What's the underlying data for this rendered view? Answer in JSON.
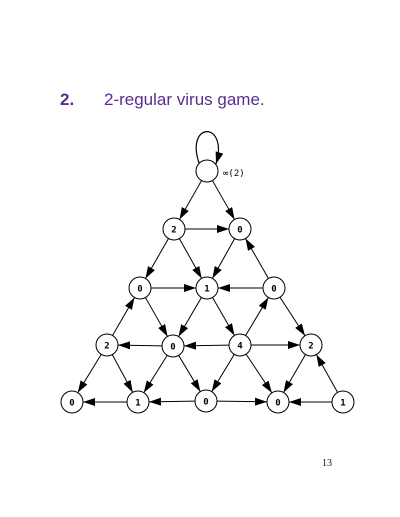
{
  "title": {
    "number": "2.",
    "text": "2-regular virus game."
  },
  "top_node": {
    "label": "",
    "annotation": "∞(2)"
  },
  "nodes": [
    {
      "id": "top",
      "label": ""
    },
    {
      "id": "r1a",
      "label": "2"
    },
    {
      "id": "r1b",
      "label": "0"
    },
    {
      "id": "r2a",
      "label": "0"
    },
    {
      "id": "r2b",
      "label": "1"
    },
    {
      "id": "r2c",
      "label": "0"
    },
    {
      "id": "r3a",
      "label": "2"
    },
    {
      "id": "r3b",
      "label": "0"
    },
    {
      "id": "r3c",
      "label": "4"
    },
    {
      "id": "r3d",
      "label": "2"
    },
    {
      "id": "r4a",
      "label": "0"
    },
    {
      "id": "r4b",
      "label": "1"
    },
    {
      "id": "r4c",
      "label": "0"
    },
    {
      "id": "r4d",
      "label": "0"
    },
    {
      "id": "r4e",
      "label": "1"
    }
  ],
  "edges": [
    {
      "from": "top",
      "to": "r1a"
    },
    {
      "from": "top",
      "to": "r1b"
    },
    {
      "from": "r1a",
      "to": "r1b"
    },
    {
      "from": "r1a",
      "to": "r2a"
    },
    {
      "from": "r1a",
      "to": "r2b"
    },
    {
      "from": "r1b",
      "to": "r2b"
    },
    {
      "from": "r2c",
      "to": "r1b"
    },
    {
      "from": "r2a",
      "to": "r2b"
    },
    {
      "from": "r2c",
      "to": "r2b"
    },
    {
      "from": "r2a",
      "to": "r3b"
    },
    {
      "from": "r3a",
      "to": "r2a"
    },
    {
      "from": "r2b",
      "to": "r3b"
    },
    {
      "from": "r2b",
      "to": "r3c"
    },
    {
      "from": "r3c",
      "to": "r2c"
    },
    {
      "from": "r2c",
      "to": "r3d"
    },
    {
      "from": "r3b",
      "to": "r3a"
    },
    {
      "from": "r3c",
      "to": "r3b"
    },
    {
      "from": "r3c",
      "to": "r3d"
    },
    {
      "from": "r3a",
      "to": "r4a"
    },
    {
      "from": "r3a",
      "to": "r4b"
    },
    {
      "from": "r3b",
      "to": "r4b"
    },
    {
      "from": "r3b",
      "to": "r4c"
    },
    {
      "from": "r3c",
      "to": "r4c"
    },
    {
      "from": "r3c",
      "to": "r4d"
    },
    {
      "from": "r3d",
      "to": "r4d"
    },
    {
      "from": "r4e",
      "to": "r3d"
    },
    {
      "from": "r4b",
      "to": "r4a"
    },
    {
      "from": "r4c",
      "to": "r4b"
    },
    {
      "from": "r4c",
      "to": "r4d"
    },
    {
      "from": "r4e",
      "to": "r4d"
    }
  ],
  "self_loop": {
    "node": "top"
  },
  "page_number": "13"
}
